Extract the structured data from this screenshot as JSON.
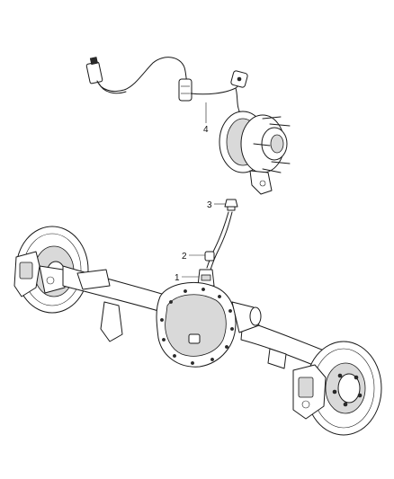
{
  "callouts": [
    {
      "id": "1",
      "label": "1"
    },
    {
      "id": "2",
      "label": "2"
    },
    {
      "id": "3",
      "label": "3"
    },
    {
      "id": "4",
      "label": "4"
    }
  ],
  "colors": {
    "ink": "#1a1a1a",
    "background": "#ffffff"
  }
}
